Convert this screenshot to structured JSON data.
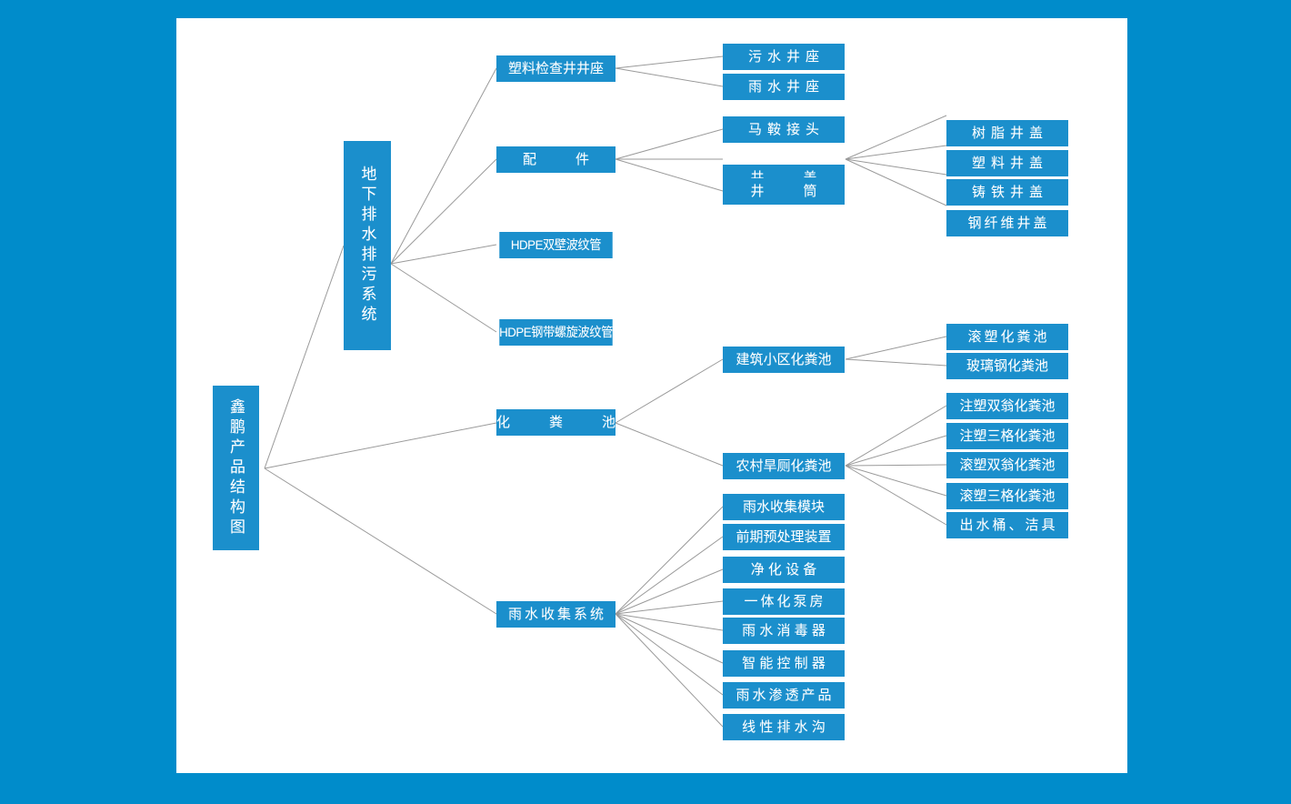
{
  "page": {
    "background_color": "#008ccb",
    "canvas_color": "#ffffff",
    "node_color": "#1b8fcc",
    "node_text_color": "#ffffff",
    "connector_color": "#9a9a9a",
    "title": "鑫鹏产品结构图"
  },
  "root": {
    "label": "鑫鹏产品结构图"
  },
  "branches": {
    "underground": {
      "label": "地下排水排污系统",
      "children": {
        "plastic_inspection_well_base": {
          "label": "塑料检查井井座",
          "children": [
            {
              "label": "污水井座"
            },
            {
              "label": "雨水井座"
            }
          ]
        },
        "fittings": {
          "label": "配　件",
          "children": [
            {
              "label": "马鞍接头",
              "children": []
            },
            {
              "label": "井　盖",
              "children": [
                {
                  "label": "树脂井盖"
                },
                {
                  "label": "塑料井盖"
                },
                {
                  "label": "铸铁井盖"
                },
                {
                  "label": "钢纤维井盖"
                }
              ]
            },
            {
              "label": "井　筒",
              "children": []
            }
          ]
        },
        "hdpe_double_wall": {
          "label": "HDPE双壁波纹管"
        },
        "hdpe_steel_spiral": {
          "label": "HDPE钢带螺旋波纹管"
        }
      }
    },
    "septic_tank": {
      "label": "化　粪　池",
      "children": {
        "residential": {
          "label": "建筑小区化粪池",
          "children": [
            {
              "label": "滚塑化粪池"
            },
            {
              "label": "玻璃钢化粪池"
            }
          ]
        },
        "rural_toilet": {
          "label": "农村旱厕化粪池",
          "children": [
            {
              "label": "注塑双翁化粪池"
            },
            {
              "label": "注塑三格化粪池"
            },
            {
              "label": "滚塑双翁化粪池"
            },
            {
              "label": "滚塑三格化粪池"
            },
            {
              "label": "出水桶、洁具"
            }
          ]
        }
      }
    },
    "rainwater": {
      "label": "雨水收集系统",
      "children": [
        {
          "label": "雨水收集模块"
        },
        {
          "label": "前期预处理装置"
        },
        {
          "label": "净 化 设 备"
        },
        {
          "label": "一体化泵房"
        },
        {
          "label": "雨 水 消 毒 器"
        },
        {
          "label": "智 能 控 制 器"
        },
        {
          "label": "雨水渗透产品"
        },
        {
          "label": "线 性 排 水 沟"
        }
      ]
    }
  }
}
